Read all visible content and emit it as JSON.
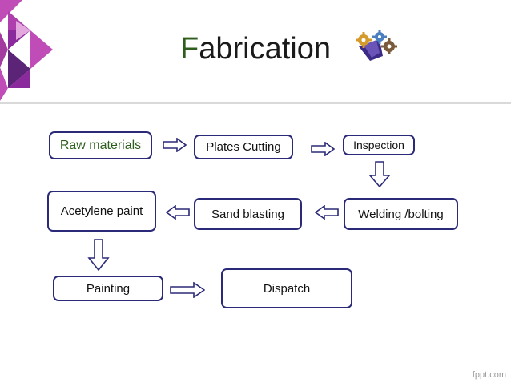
{
  "slide": {
    "title_first_letter": "F",
    "title_rest": "abrication",
    "title_first_letter_color": "#2e5e1e",
    "accent_colors": [
      "#8a2a9c",
      "#c04cb8",
      "#5b2476",
      "#a33aa0"
    ]
  },
  "steps": {
    "raw_materials": "Raw materials",
    "plates_cutting": "Plates Cutting",
    "inspection": "Inspection",
    "welding_bolting": "Welding /bolting",
    "sand_blasting": "Sand blasting",
    "acetylene_paint": "Acetylene paint",
    "painting": "Painting",
    "dispatch": "Dispatch"
  },
  "box_border_color": "#2b2a78",
  "footer": {
    "watermark": "fppt.com"
  }
}
